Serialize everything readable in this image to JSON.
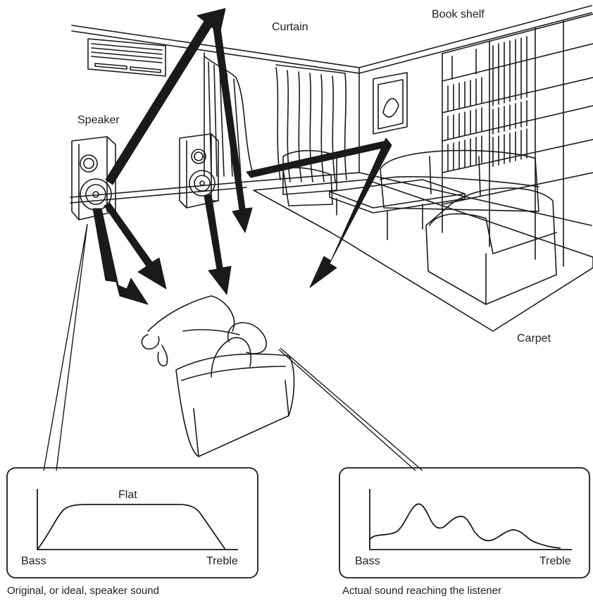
{
  "labels": {
    "curtain": "Curtain",
    "book_shelf": "Book shelf",
    "speaker": "Speaker",
    "carpet": "Carpet"
  },
  "graph_ideal": {
    "curve_label": "Flat",
    "x_left": "Bass",
    "x_right": "Treble",
    "caption": "Original, or ideal, speaker sound"
  },
  "graph_actual": {
    "x_left": "Bass",
    "x_right": "Treble",
    "caption": "Actual sound reaching the listener"
  },
  "colors": {
    "line": "#1a1a1a",
    "background": "#ffffff"
  }
}
